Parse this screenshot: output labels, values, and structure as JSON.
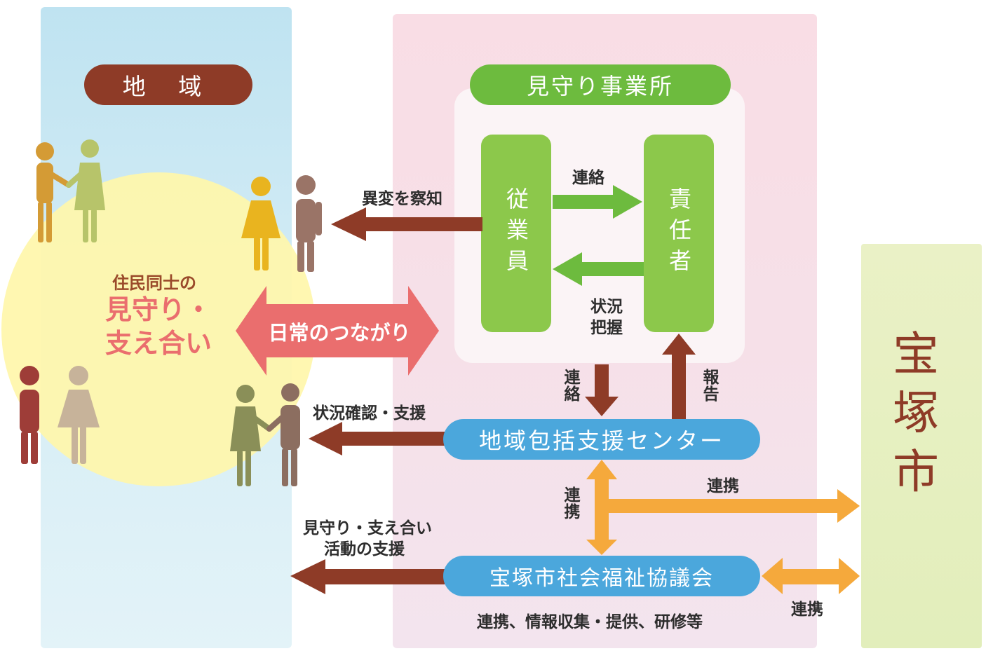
{
  "regions": {
    "local": {
      "label": "地 域"
    },
    "office": {
      "label": "見守り事業所"
    },
    "city": {
      "label": "宝塚市"
    }
  },
  "office_roles": {
    "staff": "従業員",
    "manager": "責任者"
  },
  "organizations": {
    "center": "地域包括支援センター",
    "council": "宝塚市社会福祉協議会"
  },
  "community": {
    "line1": "住民同士の",
    "line2": "見守り・",
    "line3": "支え合い",
    "daily_link": "日常のつながり"
  },
  "arrows": {
    "detect_anomaly": "異変を察知",
    "contact_staff_to_manager": "連絡",
    "grasp_situation_1": "状況",
    "grasp_situation_2": "把握",
    "contact_office_to_center": "連絡",
    "report_center_to_office": "報告",
    "status_check_support": "状況確認・支援",
    "cooperation_center_council": "連携",
    "cooperation_center_city": "連携",
    "activity_support_1": "見守り・支え合い",
    "activity_support_2": "活動の支援",
    "cooperation_council_city": "連携",
    "council_services": "連携、情報収集・提供、研修等"
  },
  "colors": {
    "brown": "#8e3b27",
    "green": "#6dbb3e",
    "light_green": "#8cc84b",
    "blue": "#4ba7dc",
    "orange": "#f5a93c",
    "pink": "#ea6e6e"
  },
  "icons": [
    "person-icon",
    "handshake-icon"
  ]
}
